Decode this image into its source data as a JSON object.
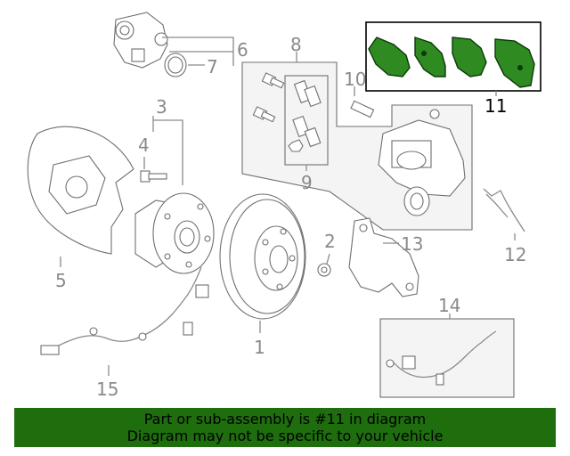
{
  "diagram": {
    "callouts": [
      "1",
      "2",
      "3",
      "4",
      "5",
      "6",
      "7",
      "8",
      "9",
      "10",
      "11",
      "12",
      "13",
      "14",
      "15"
    ],
    "highlighted_callout": "11",
    "colors": {
      "line": "#8a8a8a",
      "highlight_pad": "#2f8a22",
      "highlight_outline": "#0c3a08",
      "banner_bg": "#1e6e0e"
    }
  },
  "banner": {
    "line1": "Part or sub-assembly is #11 in diagram",
    "line2": "Diagram may not be specific to your vehicle"
  }
}
